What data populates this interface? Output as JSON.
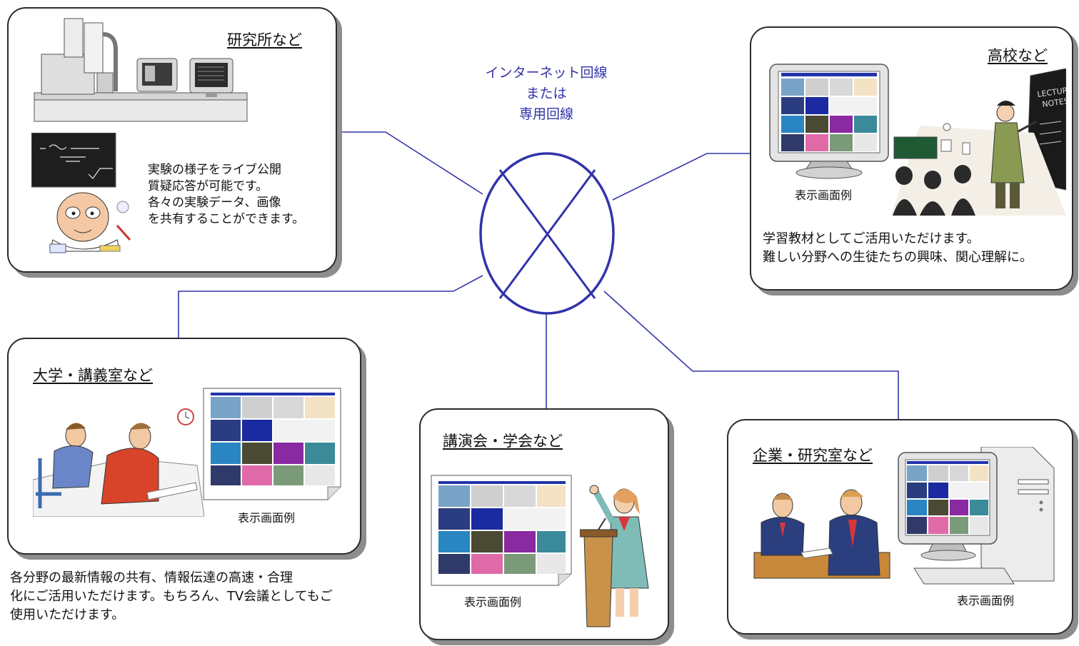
{
  "network": {
    "line1": "インターネット回線",
    "line2": "または",
    "line3": "専用回線"
  },
  "nodes": {
    "lab": {
      "title": "研究所など",
      "desc": [
        "実験の様子をライブ公開",
        "質疑応答が可能です。",
        "各々の実験データ、画像",
        "を共有することができます。"
      ]
    },
    "highschool": {
      "title": "高校など",
      "caption": "表示画面例",
      "desc": [
        "学習教材としてご活用いただけます。",
        "難しい分野への生徒たちの興味、関心理解に。"
      ]
    },
    "university": {
      "title": "大学・講義室など",
      "caption": "表示画面例",
      "desc": [
        "各分野の最新情報の共有、情報伝達の高速・合理",
        "化にご活用いただけます。もちろん、TV会議としてもご",
        "使用いただけます。"
      ]
    },
    "lecture": {
      "title": "講演会・学会など",
      "caption": "表示画面例"
    },
    "company": {
      "title": "企業・研究室など",
      "caption": "表示画面例"
    }
  },
  "chalkboard": {
    "lines": [
      "LECTURE",
      "NOTES"
    ]
  },
  "colors": {
    "line": "#3333aa",
    "border": "#2b2b2b",
    "shadow": "#8d8d8d"
  }
}
